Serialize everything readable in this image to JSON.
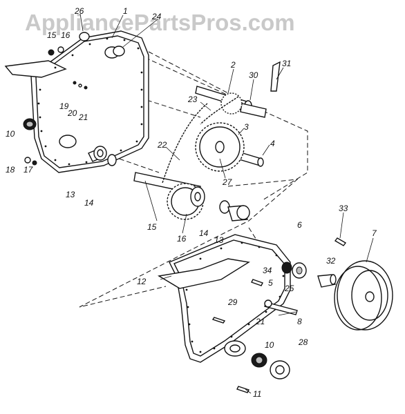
{
  "watermark": "AppliancePartsPros.com",
  "callouts": [
    {
      "id": "c26",
      "label": "26"
    },
    {
      "id": "c15",
      "label": "15"
    },
    {
      "id": "c16a",
      "label": "16"
    },
    {
      "id": "c1",
      "label": "1"
    },
    {
      "id": "c24",
      "label": "24"
    },
    {
      "id": "c2",
      "label": "2"
    },
    {
      "id": "c31",
      "label": "31"
    },
    {
      "id": "c30",
      "label": "30"
    },
    {
      "id": "c23",
      "label": "23"
    },
    {
      "id": "c19",
      "label": "19"
    },
    {
      "id": "c20",
      "label": "20"
    },
    {
      "id": "c21a",
      "label": "21"
    },
    {
      "id": "c3",
      "label": "3"
    },
    {
      "id": "c10a",
      "label": "10"
    },
    {
      "id": "c22",
      "label": "22"
    },
    {
      "id": "c4",
      "label": "4"
    },
    {
      "id": "c18",
      "label": "18"
    },
    {
      "id": "c17",
      "label": "17"
    },
    {
      "id": "c27",
      "label": "27"
    },
    {
      "id": "c13a",
      "label": "13"
    },
    {
      "id": "c14a",
      "label": "14"
    },
    {
      "id": "c15b",
      "label": "15"
    },
    {
      "id": "c16b",
      "label": "16"
    },
    {
      "id": "c14b",
      "label": "14"
    },
    {
      "id": "c13b",
      "label": "13"
    },
    {
      "id": "c33",
      "label": "33"
    },
    {
      "id": "c6",
      "label": "6"
    },
    {
      "id": "c7",
      "label": "7"
    },
    {
      "id": "c34",
      "label": "34"
    },
    {
      "id": "c32",
      "label": "32"
    },
    {
      "id": "c12",
      "label": "12"
    },
    {
      "id": "c5",
      "label": "5"
    },
    {
      "id": "c25",
      "label": "25"
    },
    {
      "id": "c29",
      "label": "29"
    },
    {
      "id": "c21b",
      "label": "21"
    },
    {
      "id": "c8",
      "label": "8"
    },
    {
      "id": "c10b",
      "label": "10"
    },
    {
      "id": "c28",
      "label": "28"
    },
    {
      "id": "c11",
      "label": "11"
    }
  ]
}
